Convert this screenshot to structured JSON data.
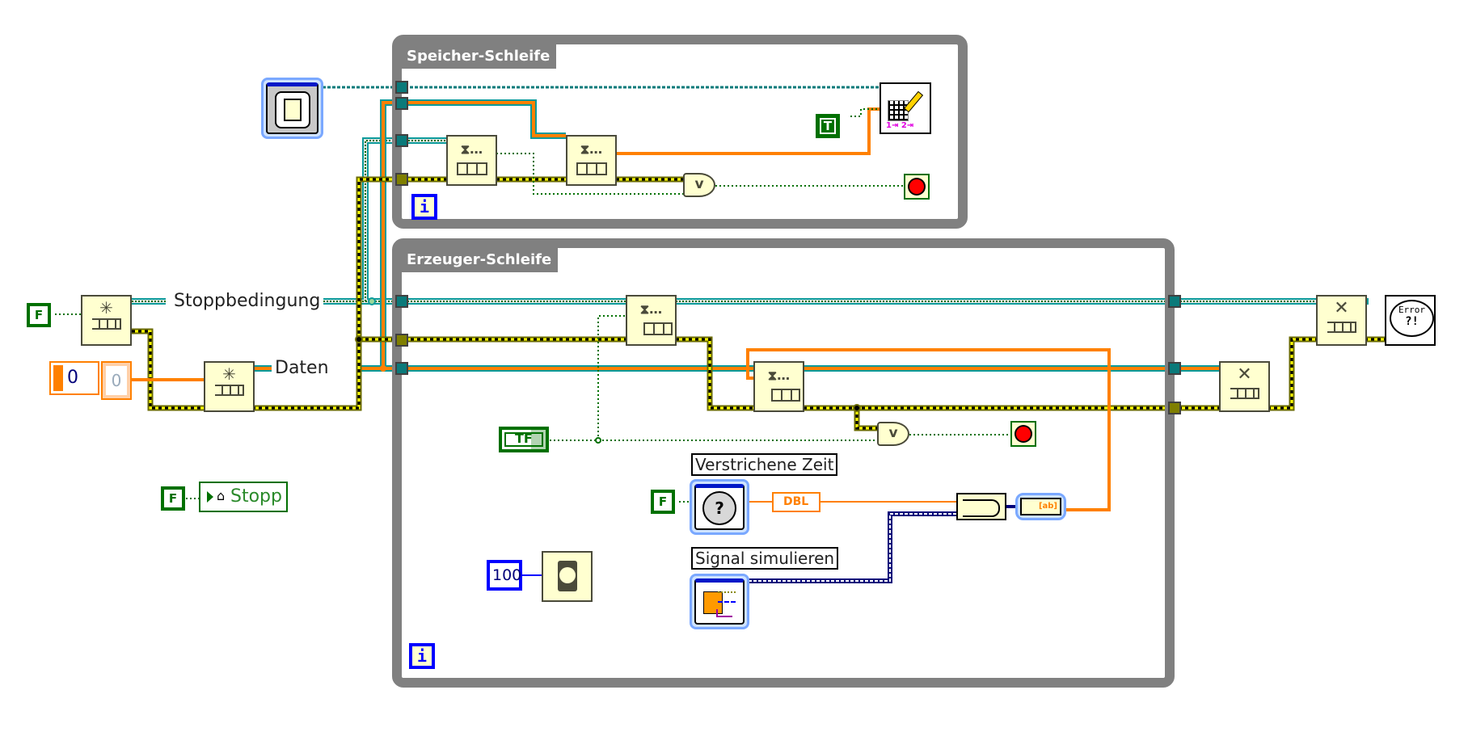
{
  "diagram": {
    "loops": {
      "consumer": {
        "title": "Speicher-Schleife",
        "iteration_symbol": "i"
      },
      "producer": {
        "title": "Erzeuger-Schleife",
        "iteration_symbol": "i"
      }
    },
    "wire_labels": {
      "stop_queue": "Stoppbedingung",
      "data_queue": "Daten"
    },
    "constants": {
      "stop_queue_init": "F",
      "data_numeric_control": "0",
      "data_numeric_indicator": "0",
      "stopp_local_init": "F",
      "write_transpose": "T",
      "elapsed_reset": "F",
      "wait_ms": "100",
      "tf_constant": "TF"
    },
    "local_variable": {
      "label": "Stopp"
    },
    "express_vis": {
      "elapsed_time": "Verstrichene Zeit",
      "simulate_signal": "Signal simulieren"
    },
    "conversion": {
      "dbl_label": "DBL"
    },
    "error_handler": {
      "line1": "Error",
      "line2": "?!"
    },
    "node_glyphs": {
      "obtain_queue": "✳",
      "dequeue": "⧗…",
      "enqueue": "⧗…",
      "release_queue": "✕",
      "or_gate": "v"
    },
    "colors": {
      "loop_border": "#808080",
      "error_wire": "#ffff00",
      "queue_wire": "#0b9a9a",
      "numeric_wire": "#ff8000",
      "boolean_wire": "#007000",
      "waveform_wire": "#00007a",
      "node_fill": "#ffffd0"
    }
  }
}
